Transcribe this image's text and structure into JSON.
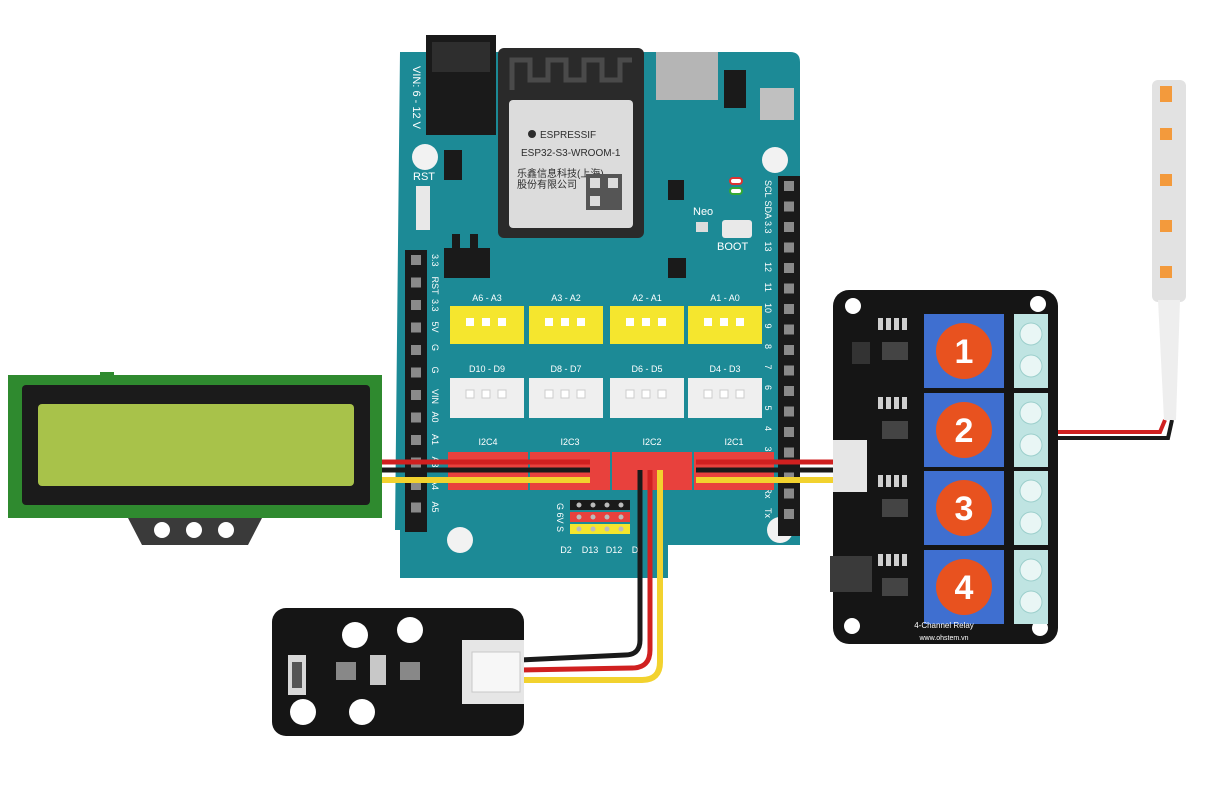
{
  "board": {
    "power_label": "VIN: 6 - 12 V",
    "rst_label": "RST",
    "module_brand": "ESPRESSIF",
    "module_model": "ESP32-S3-WROOM-1",
    "module_line1": "乐鑫信息科技(上海)",
    "module_line2": "股份有限公司",
    "neo_label": "Neo",
    "boot_label": "BOOT",
    "left_header_labels": [
      "3.3",
      "RST",
      "3.3",
      "5V",
      "G",
      "G",
      "VIN",
      "A0",
      "A1",
      "A3",
      "A4",
      "A5"
    ],
    "right_header_labels": [
      "SCL",
      "SDA",
      "3.3",
      "13",
      "12",
      "11",
      "10",
      "9",
      "8",
      "7",
      "6",
      "5",
      "4",
      "3",
      "2",
      "Rx",
      "Tx"
    ],
    "analog_ports": [
      "A6 - A3",
      "A3 - A2",
      "A2 - A1",
      "A1 - A0"
    ],
    "digital_ports": [
      "D10 - D9",
      "D8 - D7",
      "D6 - D5",
      "D4 - D3"
    ],
    "i2c_ports": [
      "I2C4",
      "I2C3",
      "I2C2",
      "I2C1"
    ],
    "gvs_label": "G 6V S",
    "bottom_pins": [
      "D2",
      "D13",
      "D12",
      "D"
    ]
  },
  "relay": {
    "channels": [
      "1",
      "2",
      "3",
      "4"
    ],
    "name": "4-Channel Relay",
    "url": "www.ohstem.vn",
    "channel_color": "#e8521f",
    "relay_color": "#3f6fd0"
  },
  "colors": {
    "board": "#1c8a96",
    "analog_port": "#f5e62e",
    "i2c_port": "#e8413d",
    "lcd_screen": "#a8c24a",
    "wire_red": "#d02020",
    "wire_yellow": "#f2d22e"
  }
}
